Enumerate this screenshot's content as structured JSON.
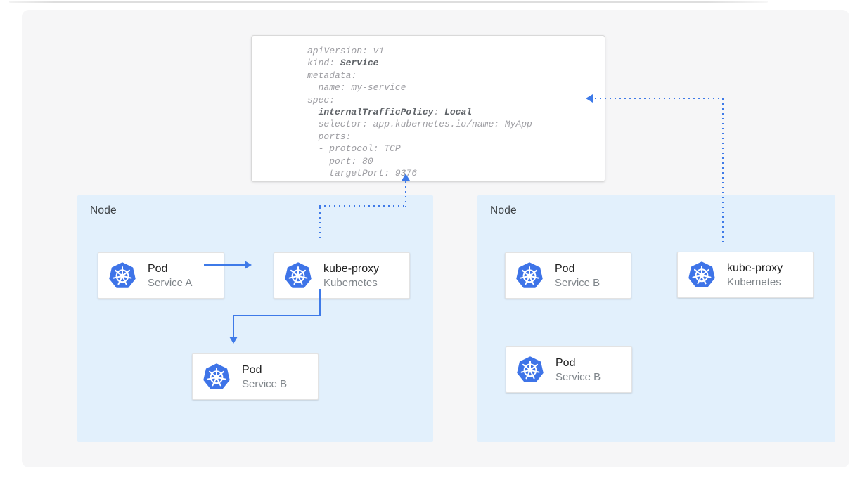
{
  "colors": {
    "accent_blue": "#3e7ae8",
    "kubernetes_blue": "#3e74e8",
    "node_background": "#e2f0fc",
    "panel_background": "#f6f6f7",
    "code_text": "#9e9ea3",
    "code_bold_text": "#5f6368"
  },
  "yaml_card": {
    "line1": "apiVersion: v1",
    "line2_plain": "kind: ",
    "line2_bold": "Service",
    "line3": "metadata:",
    "line4": "  name: my-service",
    "line5": "spec:",
    "line6_indent": "  ",
    "line6_bold1": "internalTrafficPolicy",
    "line6_mid": ": ",
    "line6_bold2": "Local",
    "line7": "  selector: app.kubernetes.io/name: MyApp",
    "line8": "  ports:",
    "line9": "  - protocol: TCP",
    "line10": "    port: 80",
    "line11": "    targetPort: 9376"
  },
  "nodes": [
    {
      "label": "Node",
      "cards": [
        {
          "title": "Pod",
          "subtitle": "Service A"
        },
        {
          "title": "kube-proxy",
          "subtitle": "Kubernetes"
        },
        {
          "title": "Pod",
          "subtitle": "Service B"
        }
      ]
    },
    {
      "label": "Node",
      "cards": [
        {
          "title": "Pod",
          "subtitle": "Service B"
        },
        {
          "title": "kube-proxy",
          "subtitle": "Kubernetes"
        },
        {
          "title": "Pod",
          "subtitle": "Service B"
        }
      ]
    }
  ]
}
